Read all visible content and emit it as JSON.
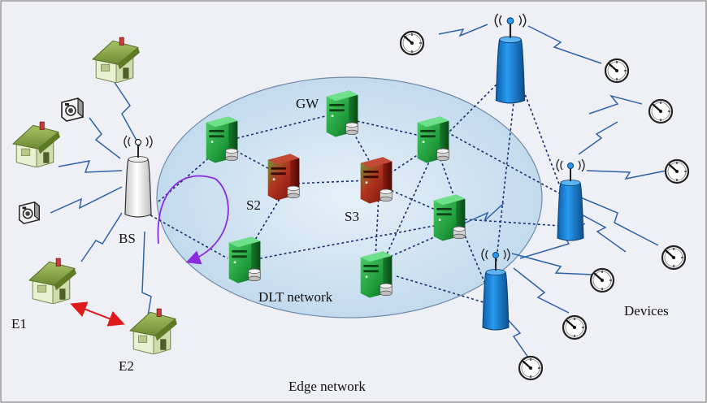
{
  "labels": {
    "gw": "GW",
    "s2": "S2",
    "s3": "S3",
    "bs": "BS",
    "e1": "E1",
    "e2": "E2",
    "dlt_network": "DLT network",
    "devices": "Devices",
    "edge_network": "Edge network"
  },
  "colors": {
    "background": "#eef0f5",
    "ellipse_fill": "#c9dff0",
    "server_green": "#1f9a3a",
    "server_red": "#a02216",
    "tower_blue": "#1279cf",
    "house_wall": "#e7f0cf",
    "house_roof": "#8aa84a",
    "link_dotted": "#1a2e6e",
    "wireless": "#2d63a8",
    "curve_purple": "#8a2be2",
    "e1_e2_arrow": "#e0191b"
  },
  "icons": [
    "server-icon",
    "tower-icon",
    "house-icon",
    "camera-icon",
    "gauge-icon",
    "antenna-waves-icon"
  ]
}
